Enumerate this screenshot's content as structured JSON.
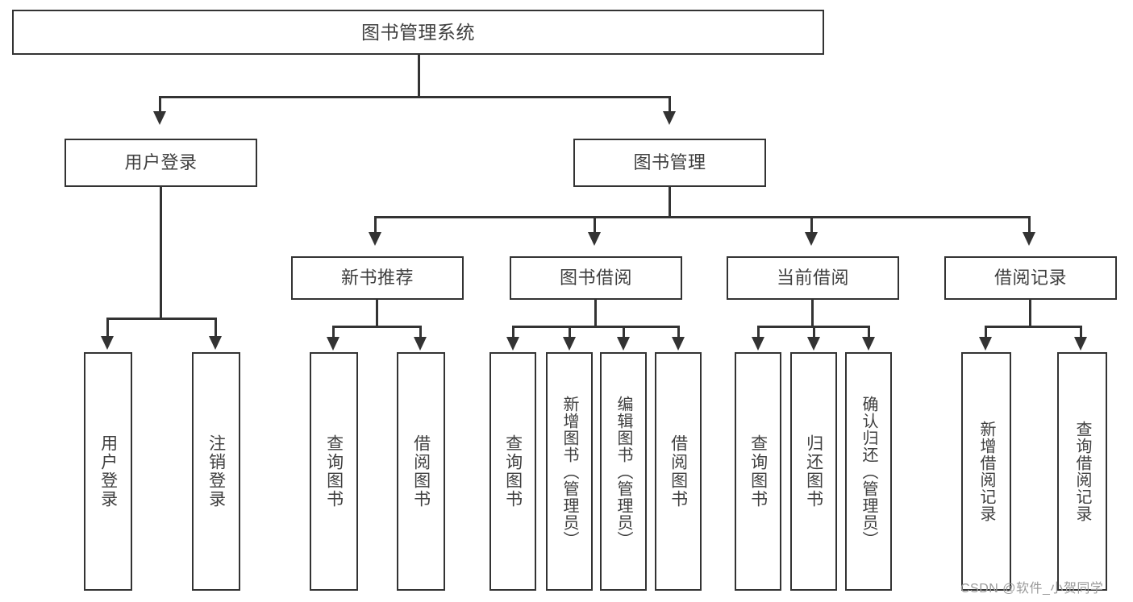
{
  "diagram": {
    "type": "hierarchy-tree",
    "title": "图书管理系统",
    "root": {
      "label": "图书管理系统"
    },
    "level2": [
      {
        "label": "用户登录"
      },
      {
        "label": "图书管理"
      }
    ],
    "level3": [
      {
        "label": "新书推荐"
      },
      {
        "label": "图书借阅"
      },
      {
        "label": "当前借阅"
      },
      {
        "label": "借阅记录"
      }
    ],
    "leaves": {
      "user_login": [
        {
          "label": "用户登录"
        },
        {
          "label": "注销登录"
        }
      ],
      "new_book_recommend": [
        {
          "label": "查询图书"
        },
        {
          "label": "借阅图书"
        }
      ],
      "book_borrow": [
        {
          "label": "查询图书"
        },
        {
          "label": "新增图书（管理员）"
        },
        {
          "label": "编辑图书（管理员）"
        },
        {
          "label": "借阅图书"
        }
      ],
      "current_borrow": [
        {
          "label": "查询图书"
        },
        {
          "label": "归还图书"
        },
        {
          "label": "确认归还（管理员）"
        }
      ],
      "borrow_record": [
        {
          "label": "新增借阅记录"
        },
        {
          "label": "查询借阅记录"
        }
      ]
    }
  },
  "watermark": {
    "text": "CSDN @软件_小贺同学"
  },
  "colors": {
    "stroke": "#333333",
    "text": "#3f3f3f",
    "background": "#ffffff",
    "watermark": "#9a9a9a"
  }
}
